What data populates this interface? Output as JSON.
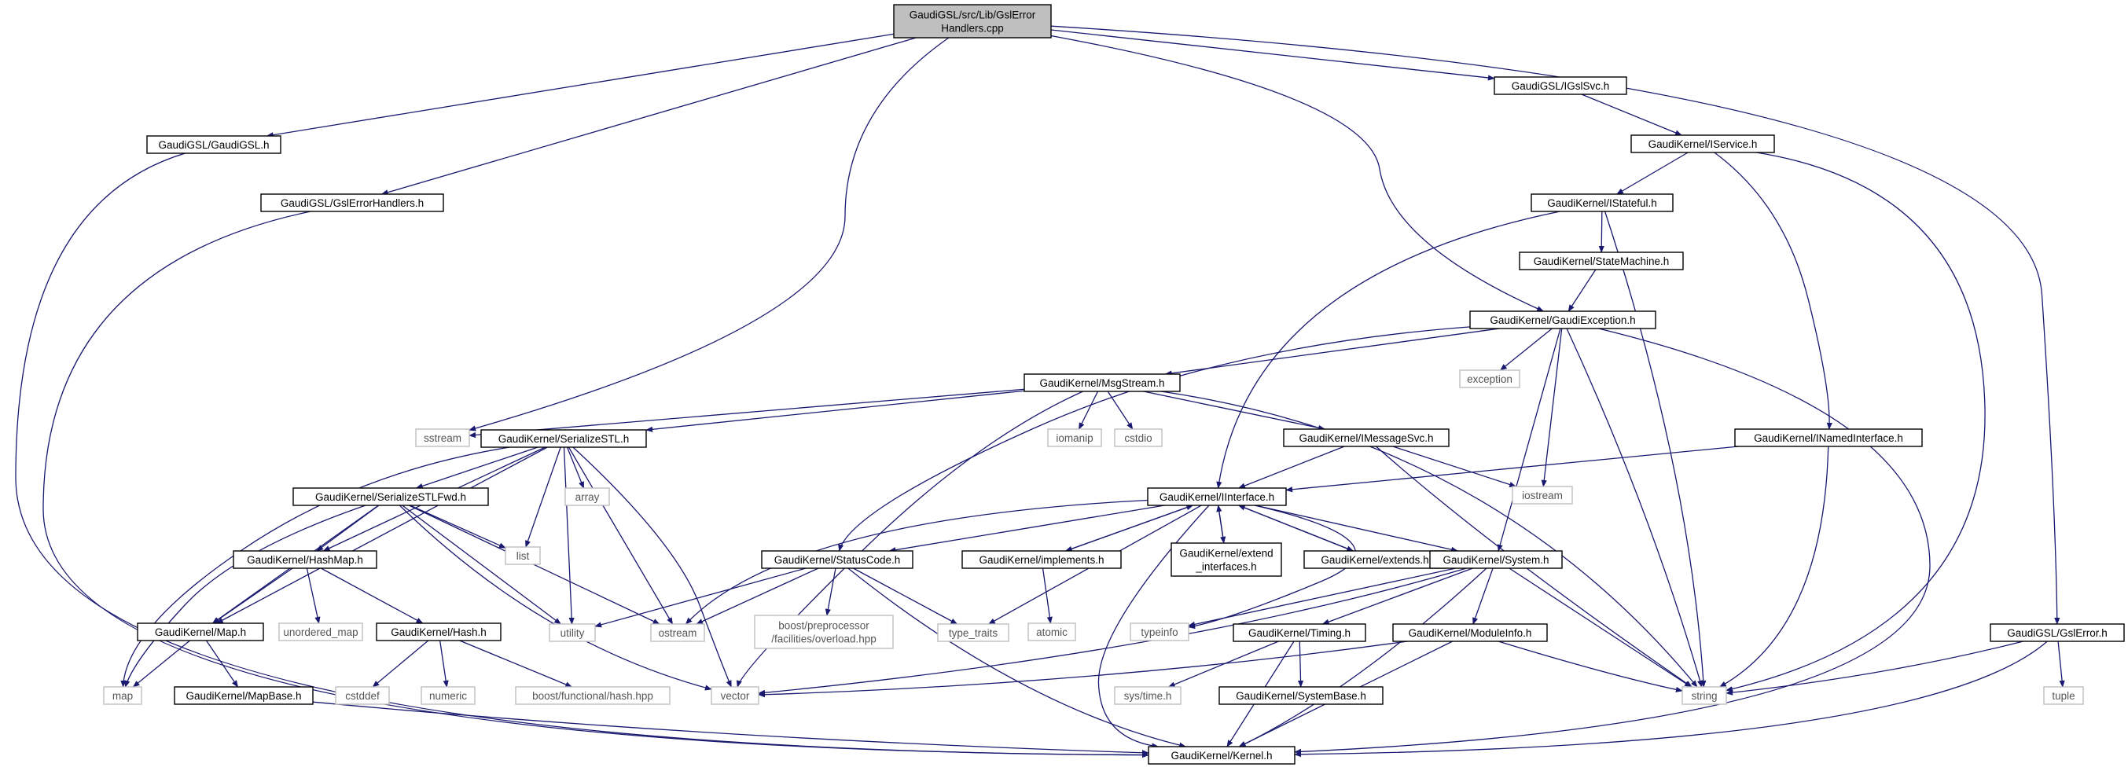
{
  "colors": {
    "edge": "#191970",
    "node_border": "#000000",
    "external_border": "#bfbfbf",
    "root_fill": "#bfbfbf",
    "node_fill": "#ffffff",
    "external_text": "#555555"
  },
  "nodes": {
    "root": {
      "lines": [
        "GaudiGSL/src/Lib/GslError",
        "Handlers.cpp"
      ],
      "kind": "root"
    },
    "gaudigsl_h": {
      "lines": [
        "GaudiGSL/GaudiGSL.h"
      ],
      "kind": "file"
    },
    "gslerrorhandlers_h": {
      "lines": [
        "GaudiGSL/GslErrorHandlers.h"
      ],
      "kind": "file"
    },
    "igslsvc_h": {
      "lines": [
        "GaudiGSL/IGslSvc.h"
      ],
      "kind": "file"
    },
    "iservice_h": {
      "lines": [
        "GaudiKernel/IService.h"
      ],
      "kind": "file"
    },
    "istateful_h": {
      "lines": [
        "GaudiKernel/IStateful.h"
      ],
      "kind": "file"
    },
    "statemachine_h": {
      "lines": [
        "GaudiKernel/StateMachine.h"
      ],
      "kind": "file"
    },
    "gaudiexception_h": {
      "lines": [
        "GaudiKernel/GaudiException.h"
      ],
      "kind": "file"
    },
    "exception": {
      "lines": [
        "exception"
      ],
      "kind": "external"
    },
    "msgstream_h": {
      "lines": [
        "GaudiKernel/MsgStream.h"
      ],
      "kind": "file"
    },
    "sstream": {
      "lines": [
        "sstream"
      ],
      "kind": "external"
    },
    "serializestl_h": {
      "lines": [
        "GaudiKernel/SerializeSTL.h"
      ],
      "kind": "file"
    },
    "iomanip": {
      "lines": [
        "iomanip"
      ],
      "kind": "external"
    },
    "cstdio": {
      "lines": [
        "cstdio"
      ],
      "kind": "external"
    },
    "imessagesvc_h": {
      "lines": [
        "GaudiKernel/IMessageSvc.h"
      ],
      "kind": "file"
    },
    "inamedinterface_h": {
      "lines": [
        "GaudiKernel/INamedInterface.h"
      ],
      "kind": "file"
    },
    "iostream": {
      "lines": [
        "iostream"
      ],
      "kind": "external"
    },
    "array": {
      "lines": [
        "array"
      ],
      "kind": "external"
    },
    "serializestlfwd_h": {
      "lines": [
        "GaudiKernel/SerializeSTLFwd.h"
      ],
      "kind": "file"
    },
    "iinterface_h": {
      "lines": [
        "GaudiKernel/IInterface.h"
      ],
      "kind": "file"
    },
    "list": {
      "lines": [
        "list"
      ],
      "kind": "external"
    },
    "hashmap_h": {
      "lines": [
        "GaudiKernel/HashMap.h"
      ],
      "kind": "file"
    },
    "statuscode_h": {
      "lines": [
        "GaudiKernel/StatusCode.h"
      ],
      "kind": "file"
    },
    "implements_h": {
      "lines": [
        "GaudiKernel/implements.h"
      ],
      "kind": "file"
    },
    "extend_interfaces_h": {
      "lines": [
        "GaudiKernel/extend",
        "_interfaces.h"
      ],
      "kind": "file"
    },
    "extends_h": {
      "lines": [
        "GaudiKernel/extends.h"
      ],
      "kind": "file"
    },
    "system_h": {
      "lines": [
        "GaudiKernel/System.h"
      ],
      "kind": "file"
    },
    "map_h": {
      "lines": [
        "GaudiKernel/Map.h"
      ],
      "kind": "file"
    },
    "unordered_map": {
      "lines": [
        "unordered_map"
      ],
      "kind": "external"
    },
    "hash_h": {
      "lines": [
        "GaudiKernel/Hash.h"
      ],
      "kind": "file"
    },
    "utility": {
      "lines": [
        "utility"
      ],
      "kind": "external"
    },
    "ostream": {
      "lines": [
        "ostream"
      ],
      "kind": "external"
    },
    "boost_overload": {
      "lines": [
        "boost/preprocessor",
        "/facilities/overload.hpp"
      ],
      "kind": "external"
    },
    "type_traits": {
      "lines": [
        "type_traits"
      ],
      "kind": "external"
    },
    "atomic": {
      "lines": [
        "atomic"
      ],
      "kind": "external"
    },
    "typeinfo": {
      "lines": [
        "typeinfo"
      ],
      "kind": "external"
    },
    "timing_h": {
      "lines": [
        "GaudiKernel/Timing.h"
      ],
      "kind": "file"
    },
    "moduleinfo_h": {
      "lines": [
        "GaudiKernel/ModuleInfo.h"
      ],
      "kind": "file"
    },
    "gslerror_h": {
      "lines": [
        "GaudiGSL/GslError.h"
      ],
      "kind": "file"
    },
    "map": {
      "lines": [
        "map"
      ],
      "kind": "external"
    },
    "mapbase_h": {
      "lines": [
        "GaudiKernel/MapBase.h"
      ],
      "kind": "file"
    },
    "cstddef": {
      "lines": [
        "cstddef"
      ],
      "kind": "external"
    },
    "numeric": {
      "lines": [
        "numeric"
      ],
      "kind": "external"
    },
    "boost_hash": {
      "lines": [
        "boost/functional/hash.hpp"
      ],
      "kind": "external"
    },
    "vector": {
      "lines": [
        "vector"
      ],
      "kind": "external"
    },
    "sys_time_h": {
      "lines": [
        "sys/time.h"
      ],
      "kind": "external"
    },
    "systembase_h": {
      "lines": [
        "GaudiKernel/SystemBase.h"
      ],
      "kind": "file"
    },
    "string": {
      "lines": [
        "string"
      ],
      "kind": "external"
    },
    "tuple": {
      "lines": [
        "tuple"
      ],
      "kind": "external"
    },
    "kernel_h": {
      "lines": [
        "GaudiKernel/Kernel.h"
      ],
      "kind": "file"
    }
  },
  "edges": [
    [
      "root",
      "gaudigsl_h"
    ],
    [
      "root",
      "gslerrorhandlers_h"
    ],
    [
      "root",
      "sstream"
    ],
    [
      "root",
      "gaudiexception_h"
    ],
    [
      "root",
      "igslsvc_h"
    ],
    [
      "root",
      "gslerror_h"
    ],
    [
      "gaudigsl_h",
      "kernel_h"
    ],
    [
      "gslerrorhandlers_h",
      "kernel_h"
    ],
    [
      "igslsvc_h",
      "iservice_h"
    ],
    [
      "iservice_h",
      "istateful_h"
    ],
    [
      "iservice_h",
      "inamedinterface_h"
    ],
    [
      "iservice_h",
      "string"
    ],
    [
      "istateful_h",
      "statemachine_h"
    ],
    [
      "istateful_h",
      "iinterface_h"
    ],
    [
      "istateful_h",
      "string"
    ],
    [
      "statemachine_h",
      "gaudiexception_h"
    ],
    [
      "gaudiexception_h",
      "msgstream_h"
    ],
    [
      "gaudiexception_h",
      "exception"
    ],
    [
      "gaudiexception_h",
      "statuscode_h"
    ],
    [
      "gaudiexception_h",
      "iostream"
    ],
    [
      "gaudiexception_h",
      "system_h"
    ],
    [
      "gaudiexception_h",
      "string"
    ],
    [
      "gaudiexception_h",
      "kernel_h"
    ],
    [
      "msgstream_h",
      "sstream"
    ],
    [
      "msgstream_h",
      "serializestl_h"
    ],
    [
      "msgstream_h",
      "iomanip"
    ],
    [
      "msgstream_h",
      "cstdio"
    ],
    [
      "msgstream_h",
      "imessagesvc_h"
    ],
    [
      "msgstream_h",
      "string"
    ],
    [
      "msgstream_h",
      "vector"
    ],
    [
      "serializestl_h",
      "serializestlfwd_h"
    ],
    [
      "serializestl_h",
      "array"
    ],
    [
      "serializestl_h",
      "list"
    ],
    [
      "serializestl_h",
      "hashmap_h"
    ],
    [
      "serializestl_h",
      "map_h"
    ],
    [
      "serializestl_h",
      "map"
    ],
    [
      "serializestl_h",
      "utility"
    ],
    [
      "serializestl_h",
      "ostream"
    ],
    [
      "serializestl_h",
      "vector"
    ],
    [
      "imessagesvc_h",
      "iinterface_h"
    ],
    [
      "imessagesvc_h",
      "iostream"
    ],
    [
      "imessagesvc_h",
      "string"
    ],
    [
      "inamedinterface_h",
      "iinterface_h"
    ],
    [
      "inamedinterface_h",
      "string"
    ],
    [
      "serializestlfwd_h",
      "hashmap_h"
    ],
    [
      "serializestlfwd_h",
      "map_h"
    ],
    [
      "serializestlfwd_h",
      "list"
    ],
    [
      "serializestlfwd_h",
      "map"
    ],
    [
      "serializestlfwd_h",
      "utility"
    ],
    [
      "serializestlfwd_h",
      "ostream"
    ],
    [
      "serializestlfwd_h",
      "vector"
    ],
    [
      "iinterface_h",
      "statuscode_h"
    ],
    [
      "iinterface_h",
      "implements_h"
    ],
    [
      "iinterface_h",
      "extend_interfaces_h"
    ],
    [
      "iinterface_h",
      "extends_h"
    ],
    [
      "iinterface_h",
      "system_h"
    ],
    [
      "iinterface_h",
      "ostream"
    ],
    [
      "iinterface_h",
      "type_traits"
    ],
    [
      "iinterface_h",
      "typeinfo"
    ],
    [
      "iinterface_h",
      "kernel_h"
    ],
    [
      "implements_h",
      "iinterface_h"
    ],
    [
      "implements_h",
      "atomic"
    ],
    [
      "extend_interfaces_h",
      "iinterface_h"
    ],
    [
      "extends_h",
      "iinterface_h"
    ],
    [
      "hashmap_h",
      "map_h"
    ],
    [
      "hashmap_h",
      "unordered_map"
    ],
    [
      "hashmap_h",
      "hash_h"
    ],
    [
      "statuscode_h",
      "utility"
    ],
    [
      "statuscode_h",
      "ostream"
    ],
    [
      "statuscode_h",
      "boost_overload"
    ],
    [
      "statuscode_h",
      "type_traits"
    ],
    [
      "statuscode_h",
      "kernel_h"
    ],
    [
      "system_h",
      "typeinfo"
    ],
    [
      "system_h",
      "timing_h"
    ],
    [
      "system_h",
      "moduleinfo_h"
    ],
    [
      "system_h",
      "string"
    ],
    [
      "system_h",
      "vector"
    ],
    [
      "system_h",
      "kernel_h"
    ],
    [
      "map_h",
      "map"
    ],
    [
      "map_h",
      "mapbase_h"
    ],
    [
      "hash_h",
      "cstddef"
    ],
    [
      "hash_h",
      "numeric"
    ],
    [
      "hash_h",
      "boost_hash"
    ],
    [
      "timing_h",
      "sys_time_h"
    ],
    [
      "timing_h",
      "systembase_h"
    ],
    [
      "timing_h",
      "kernel_h"
    ],
    [
      "moduleinfo_h",
      "string"
    ],
    [
      "moduleinfo_h",
      "vector"
    ],
    [
      "moduleinfo_h",
      "kernel_h"
    ],
    [
      "mapbase_h",
      "kernel_h"
    ],
    [
      "gslerror_h",
      "string"
    ],
    [
      "gslerror_h",
      "tuple"
    ],
    [
      "gslerror_h",
      "kernel_h"
    ]
  ]
}
